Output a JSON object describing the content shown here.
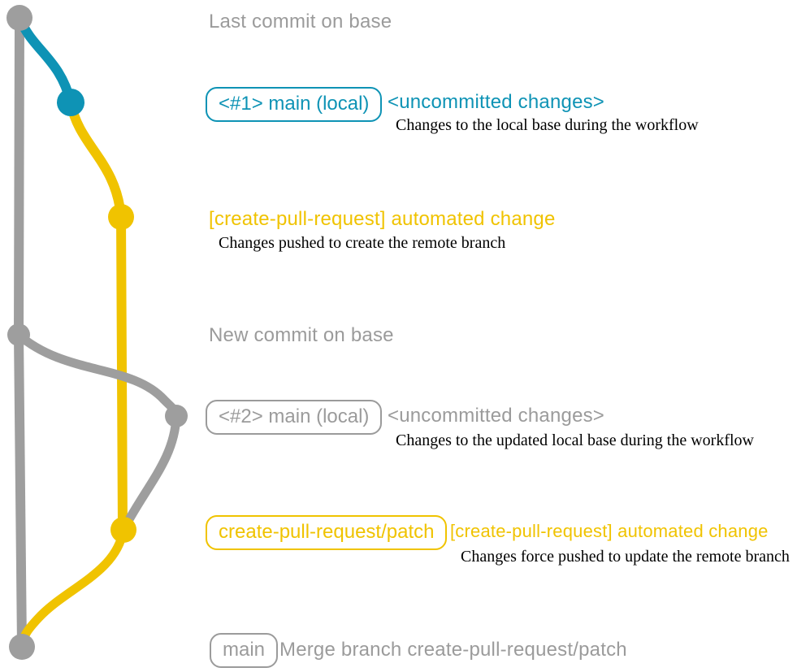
{
  "colors": {
    "gray": "#9E9E9E",
    "teal": "#0E93B5",
    "yellow": "#F0C300",
    "text_gray": "#9B9B9B",
    "caption_black": "#000000",
    "background": "#FFFFFF"
  },
  "graph": {
    "type": "git-branch-graph",
    "branches": [
      {
        "name": "base",
        "color": "gray"
      },
      {
        "name": "main (local)",
        "color": "teal"
      },
      {
        "name": "create-pull-request/patch",
        "color": "yellow"
      }
    ],
    "commit_nodes": [
      {
        "id": "last-commit-on-base",
        "color": "gray"
      },
      {
        "id": "local-main-1",
        "color": "teal"
      },
      {
        "id": "automated-change-1",
        "color": "yellow"
      },
      {
        "id": "new-commit-on-base",
        "color": "gray"
      },
      {
        "id": "local-main-2",
        "color": "gray"
      },
      {
        "id": "automated-change-2",
        "color": "yellow"
      },
      {
        "id": "merge-commit",
        "color": "gray"
      }
    ]
  },
  "annotations": {
    "last_commit": "Last commit on base",
    "branch1_tag": "<#1> main (local)",
    "branch1_status": "<uncommitted changes>",
    "branch1_caption": "Changes to the local base during the workflow",
    "push1_title": "[create-pull-request] automated change",
    "push1_caption": "Changes pushed to create the remote branch",
    "new_commit": "New commit on base",
    "branch2_tag": "<#2> main (local)",
    "branch2_status": "<uncommitted changes>",
    "branch2_caption": "Changes to the updated local base during the workflow",
    "patch_tag": "create-pull-request/patch",
    "push2_title": "[create-pull-request] automated change",
    "push2_caption": "Changes force pushed to update the remote branch",
    "main_tag": "main",
    "merge_caption": "Merge branch create-pull-request/patch"
  }
}
